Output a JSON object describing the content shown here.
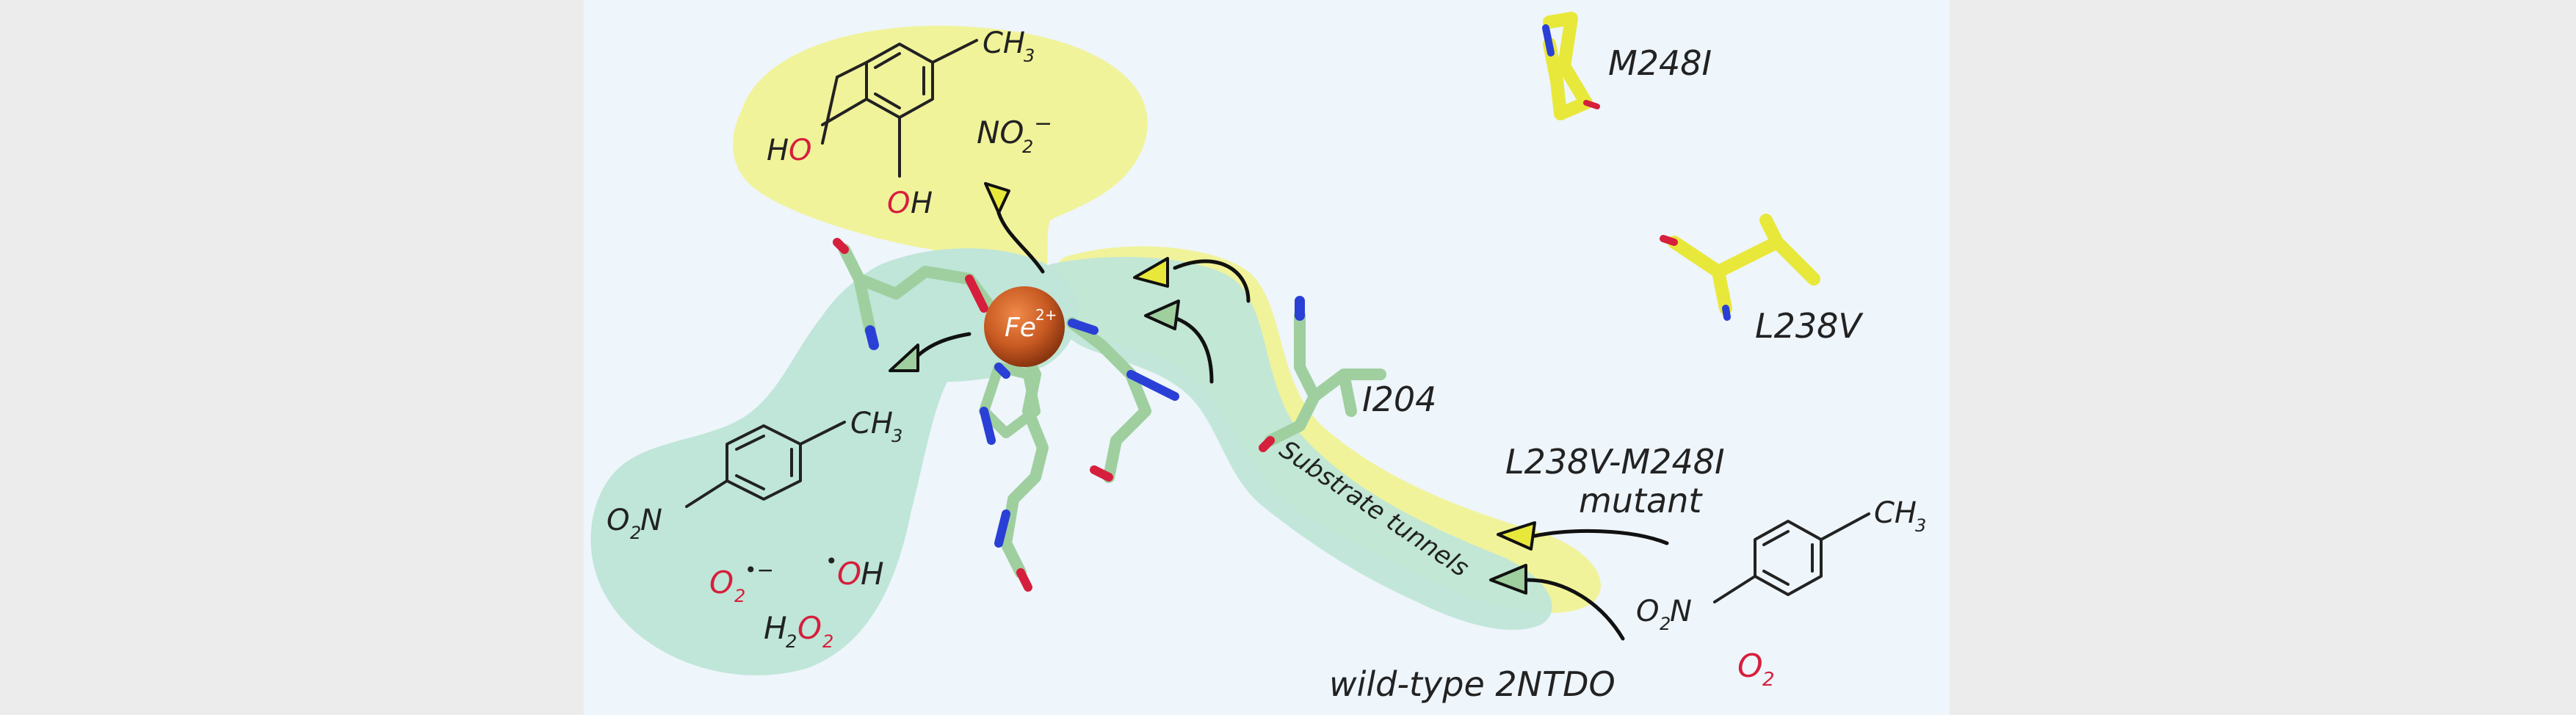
{
  "colors": {
    "frame": "#ececec",
    "background": "#eef5fb",
    "yellow_region": "#f1f39a",
    "green_region": "#bfe6d8",
    "protein_green": "#9fcf9f",
    "protein_yellow": "#e8e83a",
    "nitrogen": "#2a3fd6",
    "oxygen": "#d61f3c",
    "iron": "#c85a22"
  },
  "iron": {
    "label": "Fe",
    "charge": "2+"
  },
  "residues": {
    "m248i": "M248I",
    "l238v": "L238V",
    "i204": "I204"
  },
  "labels": {
    "tunnels": "Substrate tunnels",
    "mutant_line1": "L238V-M248I",
    "mutant_line2": "mutant",
    "wild_type": "wild-type 2NTDO"
  },
  "top_product": {
    "ho_left": "H",
    "ho_left_o": "O",
    "oh_bottom_o": "O",
    "oh_bottom_h": "H",
    "methyl": "CH",
    "methyl_sub": "3",
    "nitrite": "NO",
    "nitrite_sub": "2",
    "nitrite_charge": "−"
  },
  "left_substrate": {
    "methyl": "CH",
    "methyl_sub": "3",
    "nitro_o": "O",
    "nitro_sub": "2",
    "nitro_n": "N"
  },
  "ros": {
    "superoxide_o": "O",
    "superoxide_sub": "2",
    "superoxide_charge": "•−",
    "hydroxyl_dot": "•",
    "hydroxyl_o": "O",
    "hydroxyl_h": "H",
    "peroxide_h": "H",
    "peroxide_h_sub": "2",
    "peroxide_o": "O",
    "peroxide_o_sub": "2"
  },
  "right_substrate": {
    "methyl": "CH",
    "methyl_sub": "3",
    "nitro_o": "O",
    "nitro_sub": "2",
    "nitro_n": "N"
  },
  "oxygen": {
    "o": "O",
    "sub": "2"
  }
}
